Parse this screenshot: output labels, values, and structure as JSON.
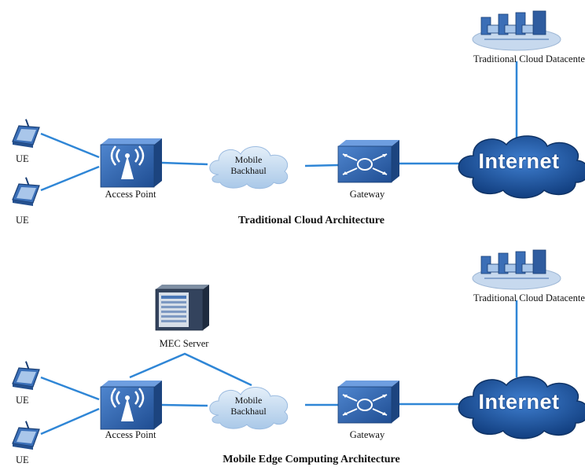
{
  "top": {
    "title": "Traditional Cloud Architecture",
    "ue1_label": "UE",
    "ue2_label": "UE",
    "access_point_label": "Access Point",
    "backhaul_line1": "Mobile",
    "backhaul_line2": "Backhaul",
    "gateway_label": "Gateway",
    "internet_label": "Internet",
    "datacenter_label": "Traditional Cloud Datacenter"
  },
  "bottom": {
    "title": "Mobile Edge Computing Architecture",
    "ue1_label": "UE",
    "ue2_label": "UE",
    "access_point_label": "Access Point",
    "backhaul_line1": "Mobile",
    "backhaul_line2": "Backhaul",
    "gateway_label": "Gateway",
    "internet_label": "Internet",
    "datacenter_label": "Traditional Cloud Datacenter",
    "mec_server_label": "MEC Server"
  },
  "colors": {
    "link": "#2f86d6",
    "device_blue": "#2b5fa8",
    "cloud_light": "#c9ddf1",
    "internet_dark": "#1b4f9a"
  }
}
